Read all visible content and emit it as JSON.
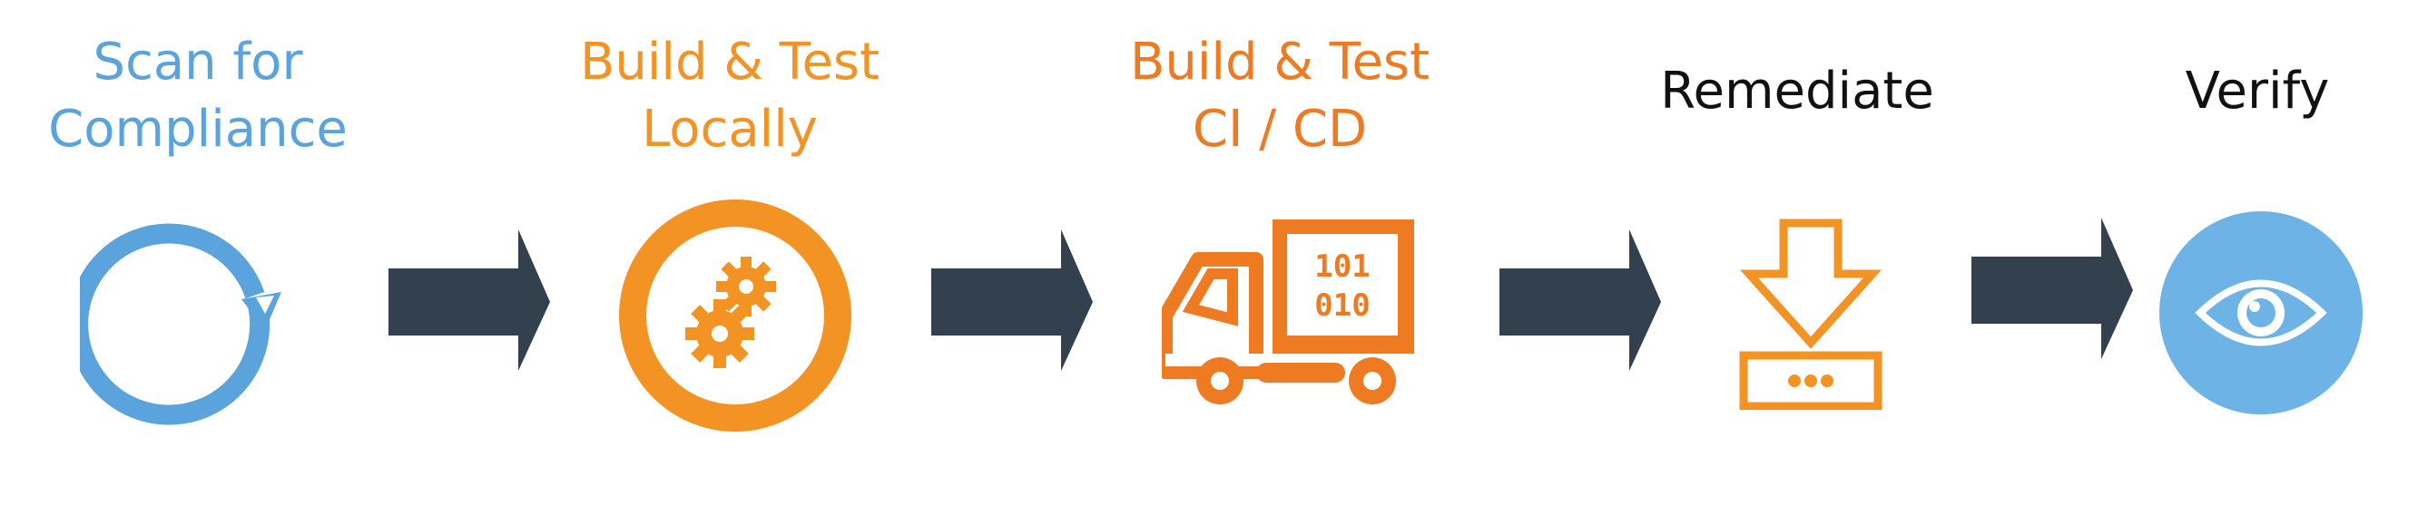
{
  "steps": [
    {
      "lines": [
        "Scan for",
        "Compliance"
      ],
      "color": "#5BA3DC",
      "icon": "refresh-circle-icon"
    },
    {
      "lines": [
        "Build & Test",
        "Locally"
      ],
      "color": "#F39323",
      "icon": "gears-icon"
    },
    {
      "lines": [
        "Build & Test",
        "CI / CD"
      ],
      "color": "#EE7A22",
      "icon": "delivery-truck-icon",
      "truck_text": [
        "101",
        "010"
      ]
    },
    {
      "lines": [
        "Remediate"
      ],
      "color": "#111111",
      "icon": "download-to-server-icon"
    },
    {
      "lines": [
        "Verify"
      ],
      "color": "#111111",
      "icon": "eye-icon"
    }
  ],
  "arrow_color": "#33414F",
  "icon_colors": {
    "blue": "#5BA3DC",
    "light_blue": "#6EB3E6",
    "orange": "#F39323",
    "dark_orange": "#EE7A22"
  }
}
